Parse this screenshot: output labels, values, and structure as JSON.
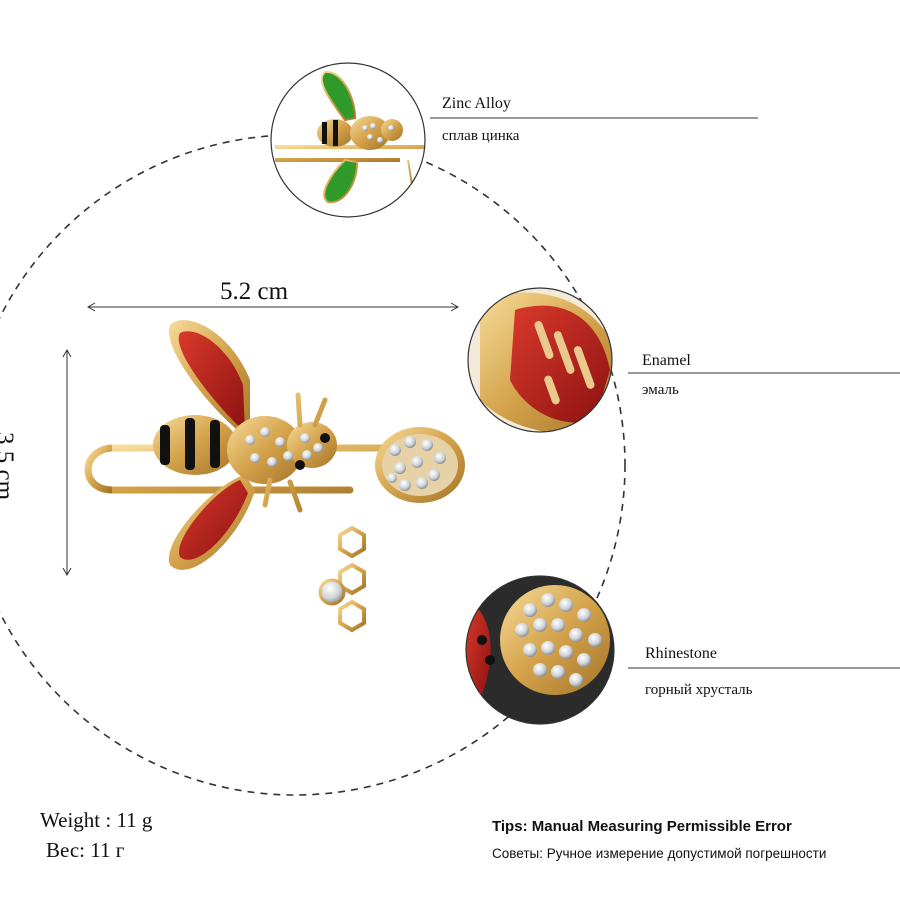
{
  "product": {
    "dimensions": {
      "width": "5.2 cm",
      "height": "3.5 cm"
    },
    "materials": [
      {
        "name_en": "Zinc Alloy",
        "name_ru": "сплав цинка"
      },
      {
        "name_en": "Enamel",
        "name_ru": "эмаль"
      },
      {
        "name_en": "Rhinestone",
        "name_ru": "горный хрусталь"
      }
    ],
    "weight": {
      "en": "Weight : 11 g",
      "ru": "Вес: 11 г"
    },
    "tips": {
      "en": "Tips: Manual Measuring Permissible Error",
      "ru": "Советы: Ручное измерение допустимой погрешности"
    }
  },
  "colors": {
    "gold": "#d4a24a",
    "enamel_red": "#b11a1a",
    "enamel_green": "#2f9a2a",
    "line": "#444444"
  }
}
